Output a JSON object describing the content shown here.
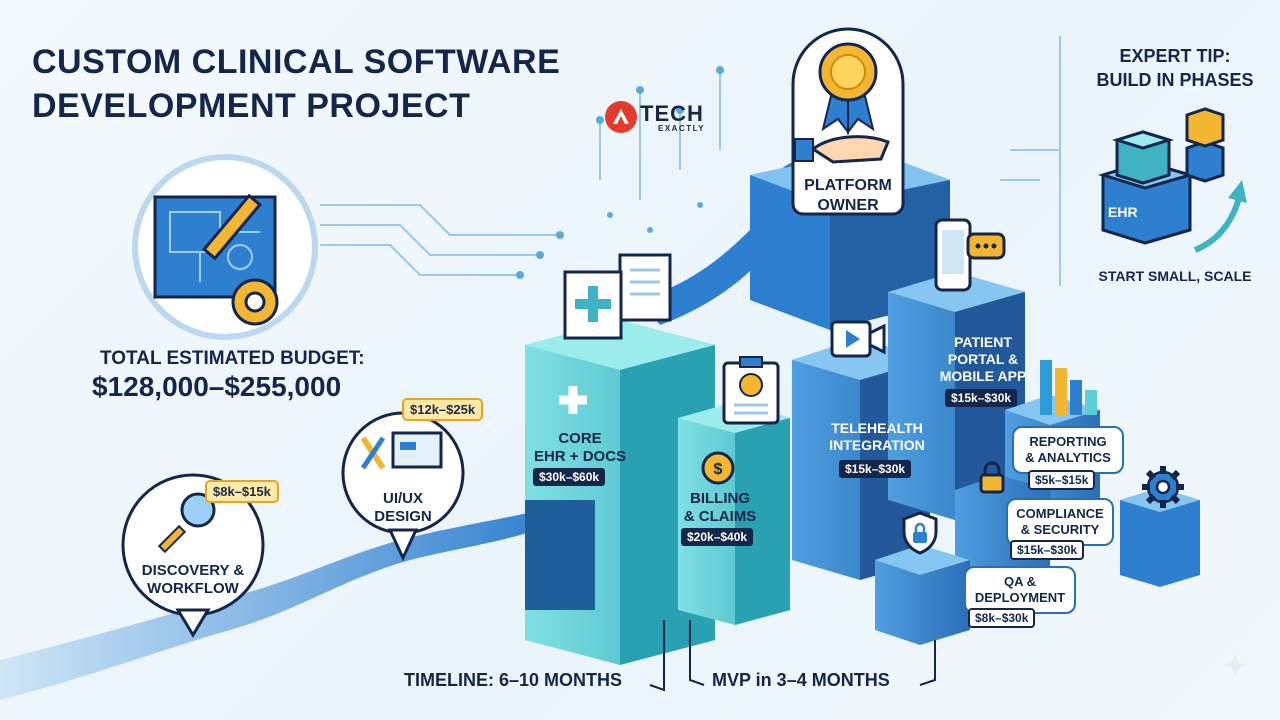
{
  "title": {
    "line1": "CUSTOM CLINICAL SOFTWARE",
    "line2": "DEVELOPMENT PROJECT"
  },
  "logo": {
    "name": "TECH",
    "sub": "EXACTLY"
  },
  "budget": {
    "label": "TOTAL ESTIMATED BUDGET:",
    "value": "$128,000–$255,000"
  },
  "tip": {
    "title_line1": "EXPERT TIP:",
    "title_line2": "BUILD IN PHASES",
    "block_label": "EHR",
    "subtitle": "START SMALL, SCALE"
  },
  "owner": {
    "line1": "PLATFORM",
    "line2": "OWNER"
  },
  "phases": [
    {
      "line1": "DISCOVERY &",
      "line2": "WORKFLOW",
      "cost": "$8k–$15k"
    },
    {
      "line1": "UI/UX",
      "line2": "DESIGN",
      "cost": "$12k–$25k"
    },
    {
      "line1": "CORE",
      "line2": "EHR + DOCS",
      "cost": "$30k–$60k"
    },
    {
      "line1": "BILLING",
      "line2": "& CLAIMS",
      "cost": "$20k–$40k"
    },
    {
      "line1": "TELEHEALTH",
      "line2": "INTEGRATION",
      "cost": "$15k–$30k"
    },
    {
      "line1": "PATIENT",
      "line2": "PORTAL &",
      "line3": "MOBILE APP",
      "cost": "$15k–$30k"
    },
    {
      "line1": "REPORTING",
      "line2": "& ANALYTICS",
      "cost": "$5k–$15k"
    },
    {
      "line1": "COMPLIANCE",
      "line2": "& SECURITY",
      "cost": "$15k–$30k"
    },
    {
      "line1": "QA &",
      "line2": "DEPLOYMENT",
      "cost": "$8k–$30k"
    }
  ],
  "timeline": "TIMELINE: 6–10 MONTHS",
  "mvp": "MVP in 3–4 MONTHS",
  "colors": {
    "navy": "#14264a",
    "blue": "#2f7fd0",
    "teal": "#5ad0d6",
    "gold": "#f2b632",
    "red": "#e23b2e"
  }
}
